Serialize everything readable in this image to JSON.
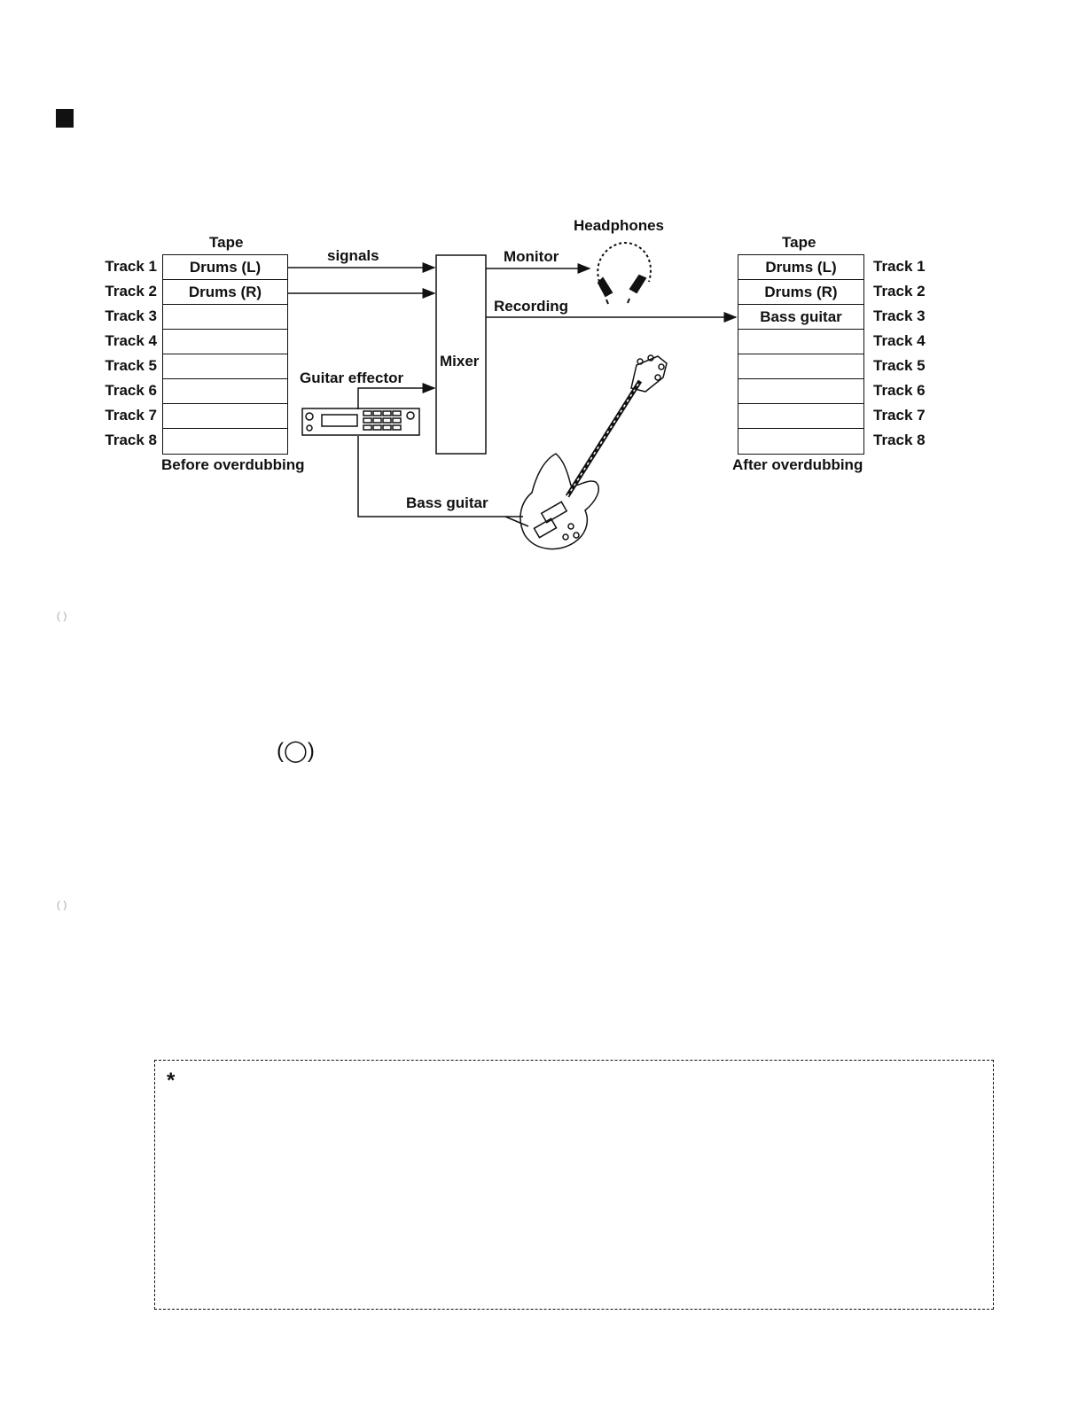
{
  "labels": {
    "tape_left": "Tape",
    "tape_right": "Tape",
    "signals": "signals",
    "monitor": "Monitor",
    "headphones": "Headphones",
    "recording": "Recording",
    "mixer": "Mixer",
    "guitar_effector": "Guitar effector",
    "bass_guitar": "Bass guitar",
    "before": "Before overdubbing",
    "after": "After overdubbing"
  },
  "tracks": [
    "Track 1",
    "Track 2",
    "Track 3",
    "Track 4",
    "Track 5",
    "Track 6",
    "Track 7",
    "Track 8"
  ],
  "tape_before": [
    "Drums (L)",
    "Drums (R)",
    "",
    "",
    "",
    "",
    "",
    ""
  ],
  "tape_after": [
    "Drums (L)",
    "Drums (R)",
    "Bass guitar",
    "",
    "",
    "",
    "",
    ""
  ],
  "symbols": {
    "circle_mark": "(◯)",
    "asterisk": "*"
  },
  "icons": [
    "section-marker-icon",
    "headphones-icon",
    "effector-icon",
    "bass-guitar-icon"
  ]
}
